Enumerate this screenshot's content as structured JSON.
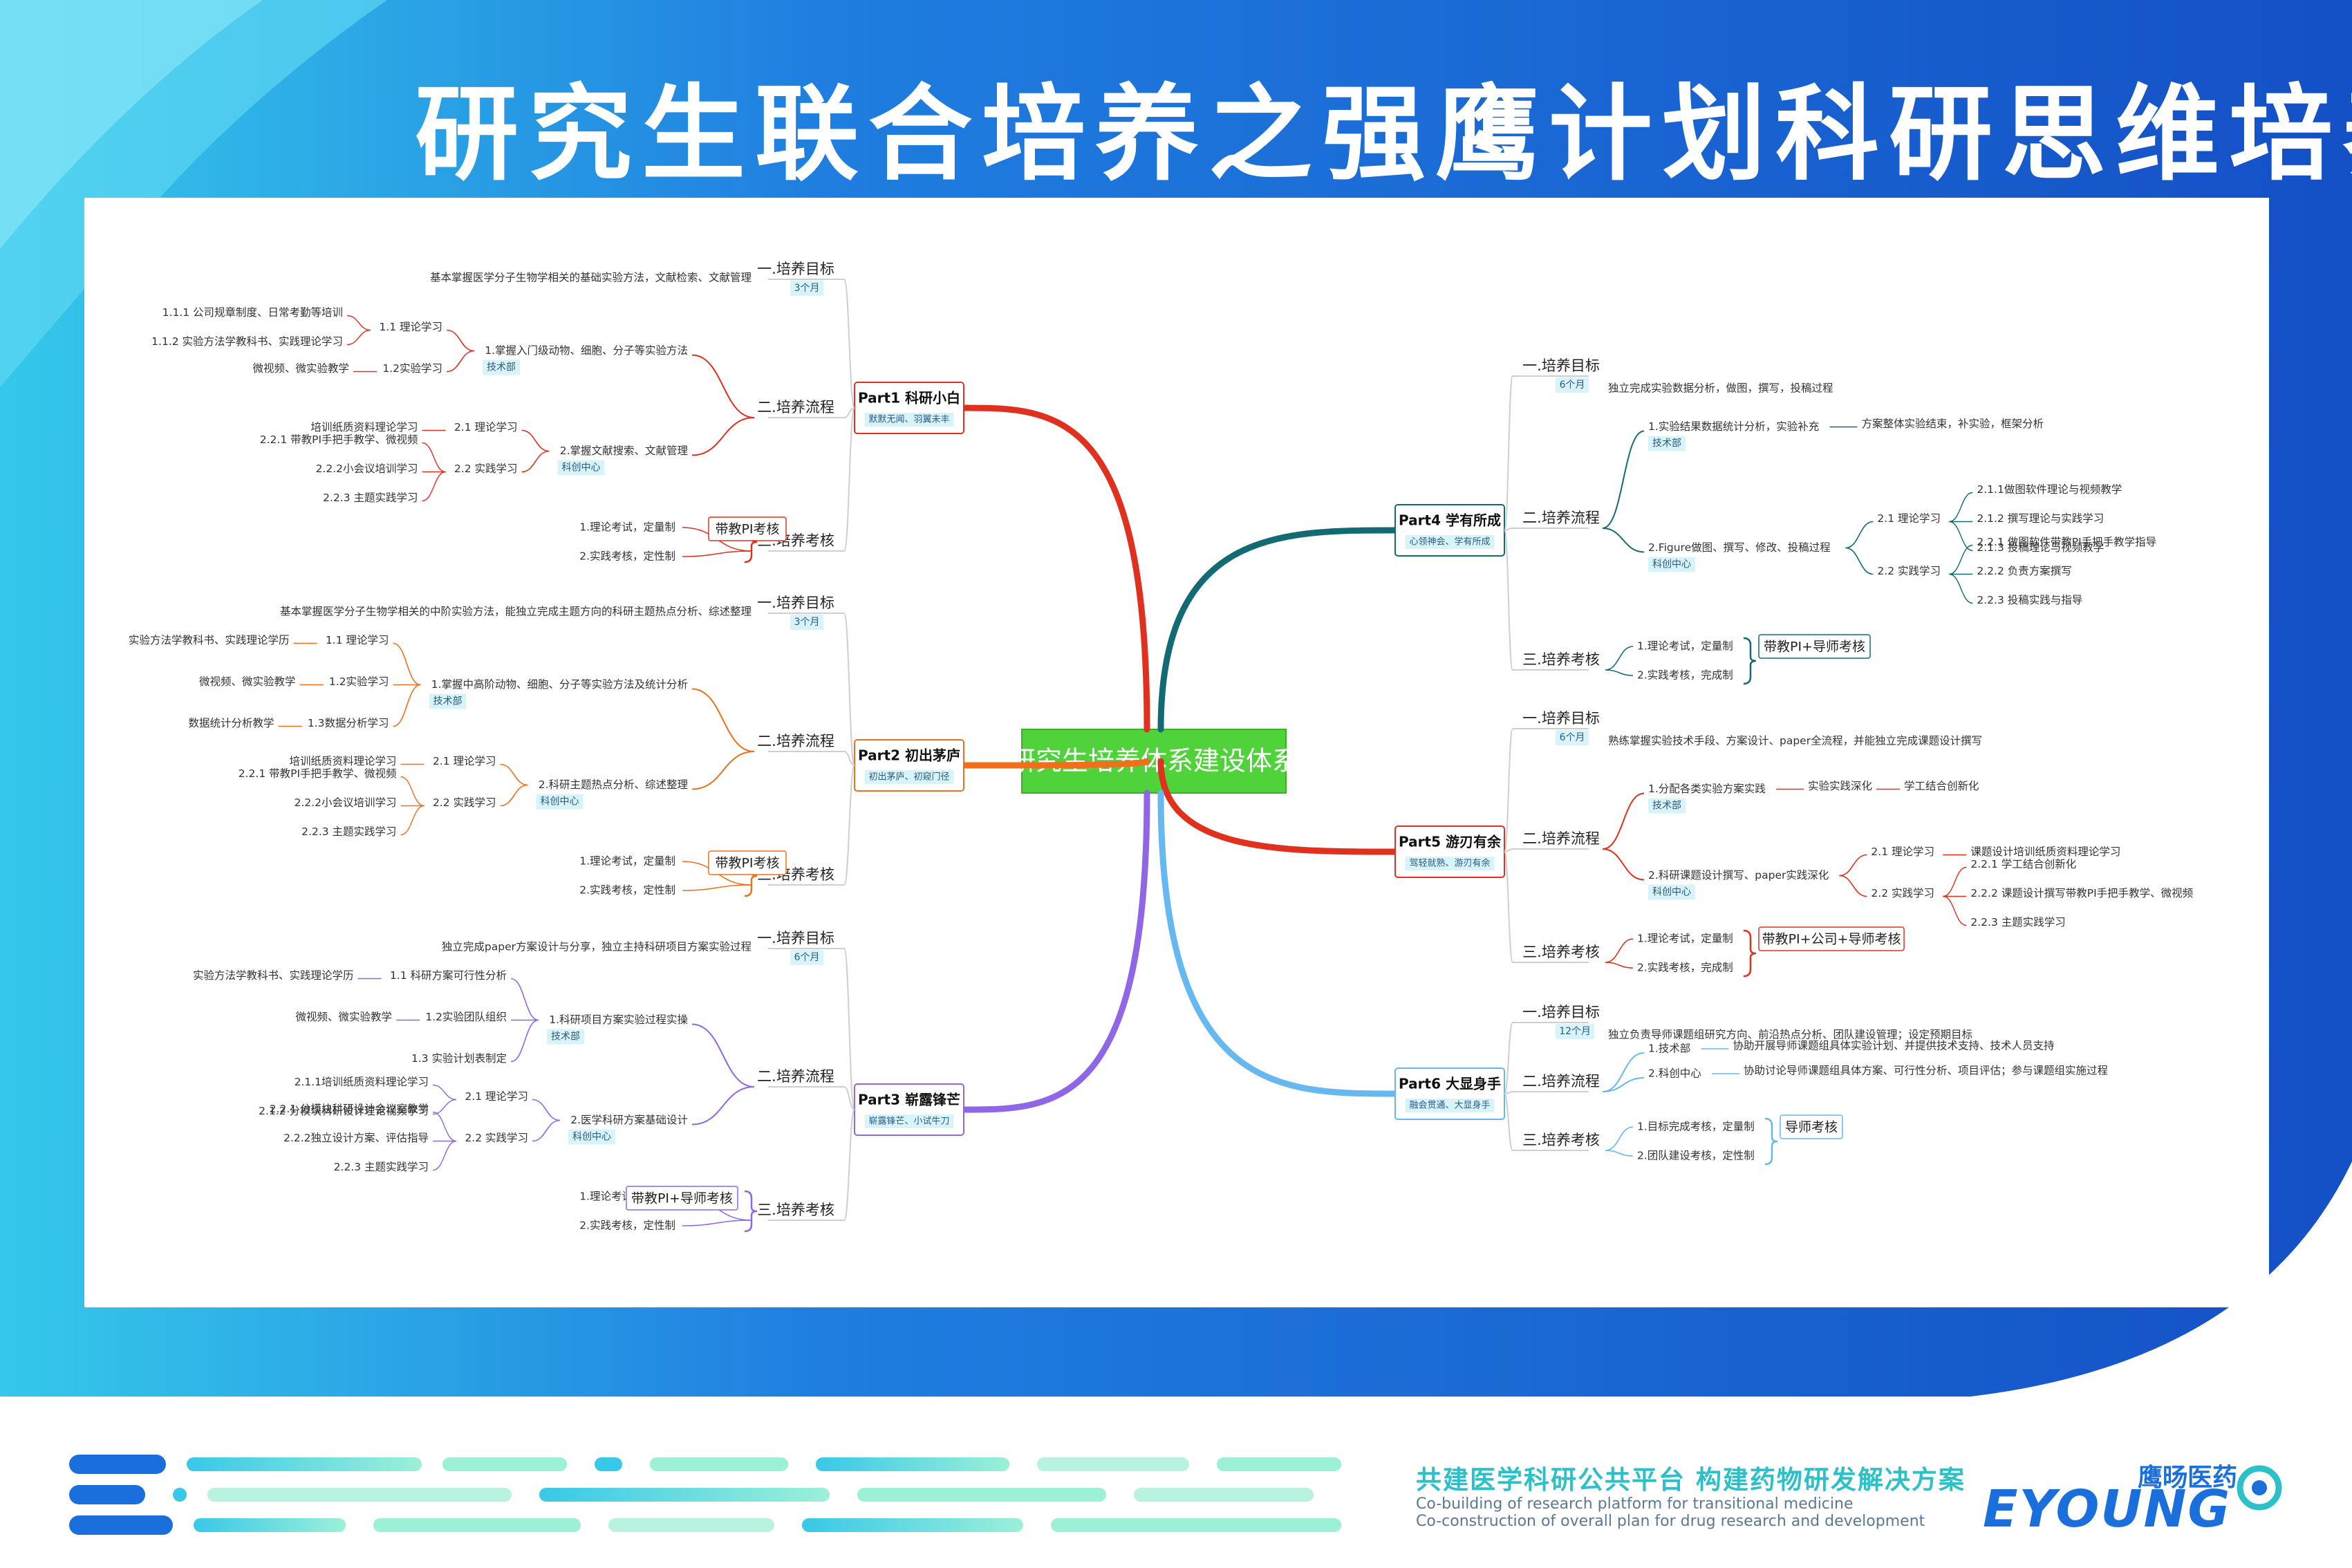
{
  "title": "研究生联合培养之强鹰计划科研思维培养",
  "root": "研究生培养体系建设体系",
  "colors": {
    "p1": "#e0301e",
    "p2": "#f07019",
    "p3": "#8e66e6",
    "p4": "#126b74",
    "p5": "#e0301e",
    "p6": "#66b8f0",
    "accent": "#2cc0c9",
    "brand": "#1a6fdc"
  },
  "parts": [
    {
      "name": "Part1 科研小白",
      "sub": "默默无闻、羽翼未丰",
      "goal": {
        "label": "一.培养目标",
        "tag": "3个月",
        "text": "基本掌握医学分子生物学相关的基础实验方法，文献检索、文献管理"
      },
      "flow": {
        "label": "二.培养流程",
        "groups": [
          {
            "text": "1.掌握入门级动物、细胞、分子等实验方法",
            "tag": "技术部",
            "subs": [
              {
                "text": "1.1 理论学习",
                "leaves": [
                  "1.1.1 公司规章制度、日常考勤等培训",
                  "1.1.2 实验方法学教科书、实践理论学习"
                ]
              },
              {
                "text": "1.2实验学习",
                "leaves": [
                  "微视频、微实验教学"
                ]
              }
            ]
          },
          {
            "text": "2.掌握文献搜索、文献管理",
            "tag": "科创中心",
            "subs": [
              {
                "text": "2.1 理论学习",
                "leaves": [
                  "培训纸质资料理论学习"
                ]
              },
              {
                "text": "2.2 实践学习",
                "leaves": [
                  "2.2.1 带教PI手把手教学、微视频",
                  "2.2.2小会议培训学习",
                  "2.2.3 主题实践学习"
                ]
              }
            ]
          }
        ]
      },
      "assess": {
        "label": "三.培养考核",
        "badge": "带教PI考核",
        "items": [
          "1.理论考试，定量制",
          "2.实践考核，定性制"
        ]
      }
    },
    {
      "name": "Part2 初出茅庐",
      "sub": "初出茅庐、初窥门径",
      "goal": {
        "label": "一.培养目标",
        "tag": "3个月",
        "text": "基本掌握医学分子生物学相关的中阶实验方法，能独立完成主题方向的科研主题热点分析、综述整理"
      },
      "flow": {
        "label": "二.培养流程",
        "groups": [
          {
            "text": "1.掌握中高阶动物、细胞、分子等实验方法及统计分析",
            "tag": "技术部",
            "subs": [
              {
                "text": "1.1 理论学习",
                "leaves": [
                  "实验方法学教科书、实践理论学历"
                ]
              },
              {
                "text": "1.2实验学习",
                "leaves": [
                  "微视频、微实验教学"
                ]
              },
              {
                "text": "1.3数据分析学习",
                "leaves": [
                  "数据统计分析教学"
                ]
              }
            ]
          },
          {
            "text": "2.科研主题热点分析、综述整理",
            "tag": "科创中心",
            "subs": [
              {
                "text": "2.1 理论学习",
                "leaves": [
                  "培训纸质资料理论学习"
                ]
              },
              {
                "text": "2.2 实践学习",
                "leaves": [
                  "2.2.1 带教PI手把手教学、微视频",
                  "2.2.2小会议培训学习",
                  "2.2.3 主题实践学习"
                ]
              }
            ]
          }
        ]
      },
      "assess": {
        "label": "三.培养考核",
        "badge": "带教PI考核",
        "items": [
          "1.理论考试，定量制",
          "2.实践考核，定性制"
        ]
      }
    },
    {
      "name": "Part3 崭露锋芒",
      "sub": "崭露锋芒、小试牛刀",
      "goal": {
        "label": "一.培养目标",
        "tag": "6个月",
        "text": "独立完成paper方案设计与分享，独立主持科研项目方案实验过程"
      },
      "flow": {
        "label": "二.培养流程",
        "groups": [
          {
            "text": "1.科研项目方案实验过程实操",
            "tag": "技术部",
            "subs": [
              {
                "text": "1.1 科研方案可行性分析",
                "leaves": [
                  "实验方法学教科书、实践理论学历"
                ]
              },
              {
                "text": "1.2实验团队组织",
                "leaves": [
                  "微视频、微实验教学"
                ]
              },
              {
                "text": "1.3 实验计划表制定",
                "leaves": []
              }
            ]
          },
          {
            "text": "2.医学科研方案基础设计",
            "tag": "科创中心",
            "subs": [
              {
                "text": "2.1 理论学习",
                "leaves": [
                  "2.1.1培训纸质资料理论学习",
                  "2.1.2 分模块科研设计理论视频学习"
                ]
              },
              {
                "text": "2.2 实践学习",
                "leaves": [
                  "2.2.1 分模块科研设计会议室教学",
                  "2.2.2独立设计方案、评估指导",
                  "2.2.3 主题实践学习"
                ]
              }
            ]
          }
        ]
      },
      "assess": {
        "label": "三.培养考核",
        "badge": "带教PI+导师考核",
        "items": [
          "1.理论考试，定量制",
          "2.实践考核，定性制"
        ]
      }
    },
    {
      "name": "Part4 学有所成",
      "sub": "心领神会、学有所成",
      "goal": {
        "label": "一.培养目标",
        "tag": "6个月",
        "text": "独立完成实验数据分析，做图，撰写，投稿过程"
      },
      "flow": {
        "label": "二.培养流程",
        "groups": [
          {
            "text": "1.实验结果数据统计分析，实验补充",
            "tag": "技术部",
            "subs": [
              {
                "text": "方案整体实验结束，补实验，框架分析",
                "leaves": []
              }
            ]
          },
          {
            "text": "2.Figure做图、撰写、修改、投稿过程",
            "tag": "科创中心",
            "subs": [
              {
                "text": "2.1 理论学习",
                "leaves": [
                  "2.1.1做图软件理论与视频教学",
                  "2.1.2 撰写理论与实践学习",
                  "2.1.3 投稿理论与视频教学"
                ]
              },
              {
                "text": "2.2 实践学习",
                "leaves": [
                  "2.2.1 做图软件带教PI手把手教学指导",
                  "2.2.2 负责方案撰写",
                  "2.2.3 投稿实践与指导"
                ]
              }
            ]
          }
        ]
      },
      "assess": {
        "label": "三.培养考核",
        "badge": "带教PI+导师考核",
        "items": [
          "1.理论考试，定量制",
          "2.实践考核，完成制"
        ]
      }
    },
    {
      "name": "Part5 游刃有余",
      "sub": "驾轻就熟、游刃有余",
      "goal": {
        "label": "一.培养目标",
        "tag": "6个月",
        "text": "熟练掌握实验技术手段、方案设计、paper全流程，并能独立完成课题设计撰写"
      },
      "flow": {
        "label": "二.培养流程",
        "groups": [
          {
            "text": "1.分配各类实验方案实践",
            "tag": "技术部",
            "subs": [
              {
                "text": "实验实践深化",
                "leaves": [
                  "学工结合创新化"
                ]
              }
            ]
          },
          {
            "text": "2.科研课题设计撰写、paper实践深化",
            "tag": "科创中心",
            "subs": [
              {
                "text": "2.1 理论学习",
                "leaves": [
                  "课题设计培训纸质资料理论学习"
                ]
              },
              {
                "text": "2.2 实践学习",
                "leaves": [
                  "2.2.1 学工结合创新化",
                  "2.2.2 课题设计撰写带教PI手把手教学、微视频",
                  "2.2.3 主题实践学习"
                ]
              }
            ]
          }
        ]
      },
      "assess": {
        "label": "三.培养考核",
        "badge": "带教PI+公司+导师考核",
        "items": [
          "1.理论考试，定量制",
          "2.实践考核，完成制"
        ]
      }
    },
    {
      "name": "Part6 大显身手",
      "sub": "融会贯通、大显身手",
      "goal": {
        "label": "一.培养目标",
        "tag": "12个月",
        "text": "独立负责导师课题组研究方向、前沿热点分析、团队建设管理；设定预期目标"
      },
      "flow": {
        "label": "二.培养流程",
        "groups": [
          {
            "text": "1.技术部",
            "tag": "",
            "subs": [
              {
                "text": "协助开展导师课题组具体实验计划、并提供技术支持、技术人员支持",
                "leaves": []
              }
            ]
          },
          {
            "text": "2.科创中心",
            "tag": "",
            "subs": [
              {
                "text": "协助讨论导师课题组具体方案、可行性分析、项目评估；参与课题组实施过程",
                "leaves": []
              }
            ]
          }
        ]
      },
      "assess": {
        "label": "三.培养考核",
        "badge": "导师考核",
        "items": [
          "1.目标完成考核，定量制",
          "2.团队建设考核，定性制"
        ]
      }
    }
  ],
  "footer": {
    "slogan_cn": "共建医学科研公共平台  构建药物研发解决方案",
    "slogan_en_1": "Co-building of research platform for transitional medicine",
    "slogan_en_2": "Co-construction of overall plan for drug research and development",
    "logo_cn": "鹰旸医药",
    "logo_en": "EYOUNG"
  }
}
